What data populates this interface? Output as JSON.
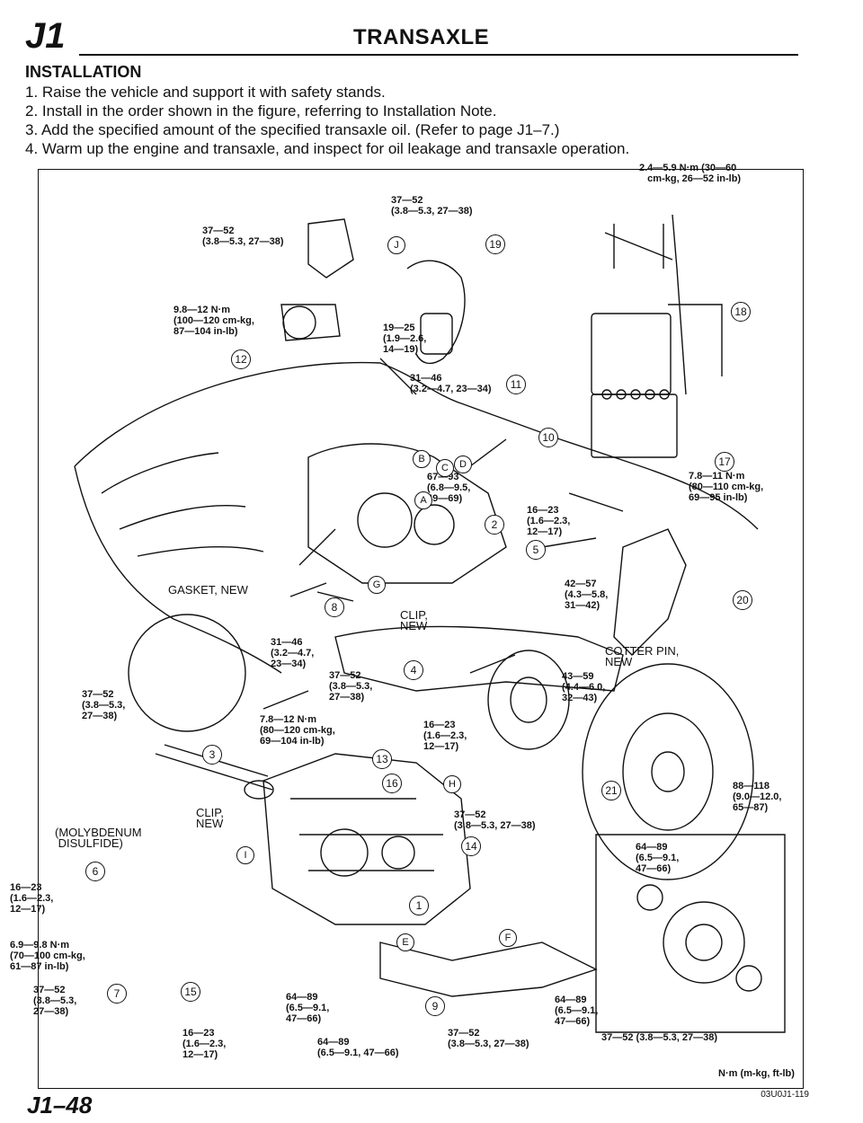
{
  "header": {
    "section": "J1",
    "title": "TRANSAXLE"
  },
  "installation": {
    "heading": "INSTALLATION",
    "steps": [
      "1. Raise the vehicle and support it with safety stands.",
      "2. Install in the order shown in the figure, referring to Installation Note.",
      "3. Add the specified amount of the specified transaxle oil. (Refer to page J1–7.)",
      "4. Warm up the engine and transaxle, and inspect for oil leakage and transaxle operation."
    ]
  },
  "figure": {
    "torque_labels": [
      "2.4—5.9 N·m (30—60\n   cm-kg, 26—52 in-lb)",
      "37—52\n(3.8—5.3, 27—38)",
      "37—52\n(3.8—5.3, 27—38)",
      "9.8—12 N·m\n(100—120 cm-kg,\n87—104 in-lb)",
      "19—25\n(1.9—2.6,\n14—19)",
      "31—46\n(3.2—4.7, 23—34)",
      "7.8—11 N·m\n(80—110 cm-kg,\n69—95 in-lb)",
      "67—93\n(6.8—9.5,\n49—69)",
      "16—23\n(1.6—2.3,\n12—17)",
      "42—57\n(4.3—5.8,\n31—42)",
      "31—46\n(3.2—4.7,\n23—34)",
      "37—52\n(3.8—5.3,\n27—38)",
      "37—52\n(3.8—5.3,\n27—38)",
      "7.8—12 N·m\n(80—120 cm-kg,\n69—104 in-lb)",
      "16—23\n(1.6—2.3,\n12—17)",
      "43—59\n(4.4—6.0,\n32—43)",
      "88—118\n(9.0—12.0,\n65—87)",
      "37—52\n(3.8—5.3, 27—38)",
      "64—89\n(6.5—9.1,\n47—66)",
      "16—23\n(1.6—2.3,\n12—17)",
      "6.9—9.8 N·m\n(70—100 cm-kg,\n61—87 in-lb)",
      "37—52\n(3.8—5.3,\n27—38)",
      "64—89\n(6.5—9.1,\n47—66)",
      "16—23\n(1.6—2.3,\n12—17)",
      "64—89\n(6.5—9.1, 47—66)",
      "37—52\n(3.8—5.3, 27—38)",
      "64—89\n(6.5—9.1,\n47—66)",
      "37—52 (3.8—5.3, 27—38)"
    ],
    "callouts": {
      "gasket": "GASKET, NEW",
      "clip_upper": "CLIP,\nNEW",
      "clip_lower": "CLIP,\nNEW",
      "cotter_pin": "COTTER PIN,\nNEW",
      "molybdenum": "(MOLYBDENUM\n DISULFIDE)",
      "units": "N·m (m-kg, ft-lb)"
    },
    "step_numbers": [
      "1",
      "2",
      "3",
      "4",
      "5",
      "6",
      "7",
      "8",
      "9",
      "10",
      "11",
      "12",
      "13",
      "14",
      "15",
      "16",
      "17",
      "18",
      "19",
      "20",
      "21"
    ],
    "letters": [
      "A",
      "B",
      "C",
      "D",
      "E",
      "F",
      "G",
      "H",
      "I",
      "J"
    ],
    "figure_code": "03U0J1-119"
  },
  "footer": {
    "page_number": "J1–48"
  }
}
